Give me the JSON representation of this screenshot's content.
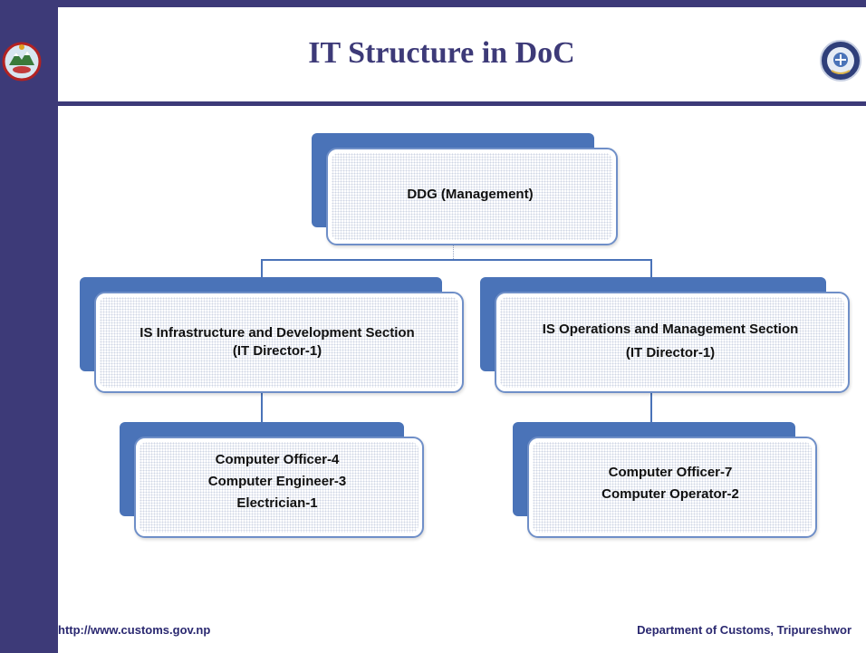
{
  "slide": {
    "title": "IT Structure in DoC",
    "footer_left": "http://www.customs.gov.np",
    "footer_right": "Department of Customs, Tripureshwor"
  },
  "org": {
    "root": {
      "line1": "DDG (Management)"
    },
    "left_section": {
      "line1": "IS Infrastructure and Development Section",
      "line2": "(IT Director-1)"
    },
    "right_section": {
      "line1": "IS Operations and Management Section",
      "line2": "(IT Director-1)"
    },
    "left_staff": {
      "line1": "Computer Officer-4",
      "line2": "Computer Engineer-3",
      "line3": "Electrician-1"
    },
    "right_staff": {
      "line1": "Computer Officer-7",
      "line2": "Computer Operator-2"
    }
  },
  "colors": {
    "sidebar": "#3d3a78",
    "node_shadow": "#4a73b8",
    "title": "#3d3a78"
  },
  "icons": {
    "left_logo": "nepal-emblem-icon",
    "right_logo": "customs-seal-icon"
  }
}
